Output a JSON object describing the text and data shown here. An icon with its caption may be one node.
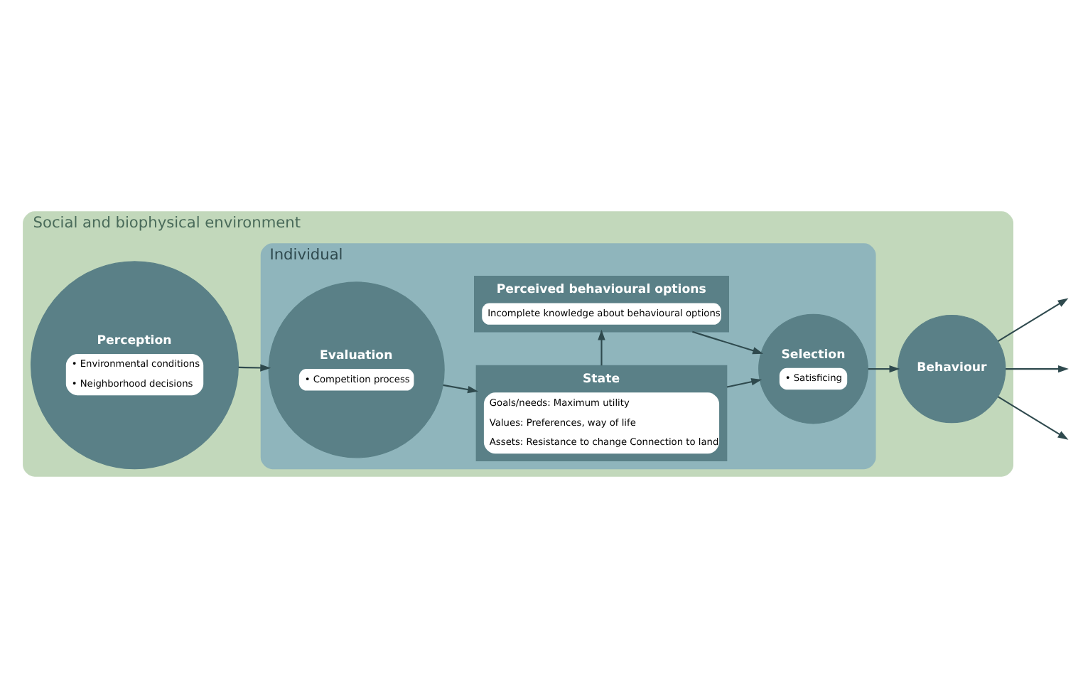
{
  "diagram": {
    "nodes": [
      {
        "text": [
          "Social and biophysical environment"
        ]
      },
      {
        "text": [
          "Individual"
        ],
        "in": 0
      },
      {
        "text": [
          "State",
          "Goals/needs: Maximum utility",
          "Values: Preferences, way of life",
          "Assets: Resistance to change Connection to land"
        ],
        "in": 1
      },
      {
        "text": [
          "Perceived behavioural options",
          "Incomplete knowledge about behavioural options"
        ],
        "in": 1
      },
      {
        "text": [
          "Evaluation",
          "• Competition process"
        ],
        "in": 1
      },
      {
        "text": [
          "Selection",
          "• Satisficing"
        ],
        "in": 1
      },
      {
        "text": [
          "Perception",
          "• Environmental conditions",
          "• Neighborhood decisions"
        ],
        "in": 0
      },
      {
        "text": [
          "Behaviour"
        ],
        "in": 0
      }
    ],
    "edges": [
      {
        "from": 6,
        "to": 4,
        "arrow": "to"
      },
      {
        "from": 4,
        "to": 2,
        "arrow": "to"
      },
      {
        "from": 2,
        "to": 3,
        "arrow": "to"
      },
      {
        "from": 2,
        "to": 5,
        "arrow": "to"
      },
      {
        "from": 3,
        "to": 5,
        "arrow": "to"
      },
      {
        "from": 5,
        "to": 7,
        "arrow": "to"
      },
      {
        "from": 7,
        "to": null,
        "arrow": "to"
      },
      {
        "from": 7,
        "to": null,
        "arrow": "to"
      },
      {
        "from": 7,
        "to": null,
        "arrow": "to"
      }
    ]
  }
}
